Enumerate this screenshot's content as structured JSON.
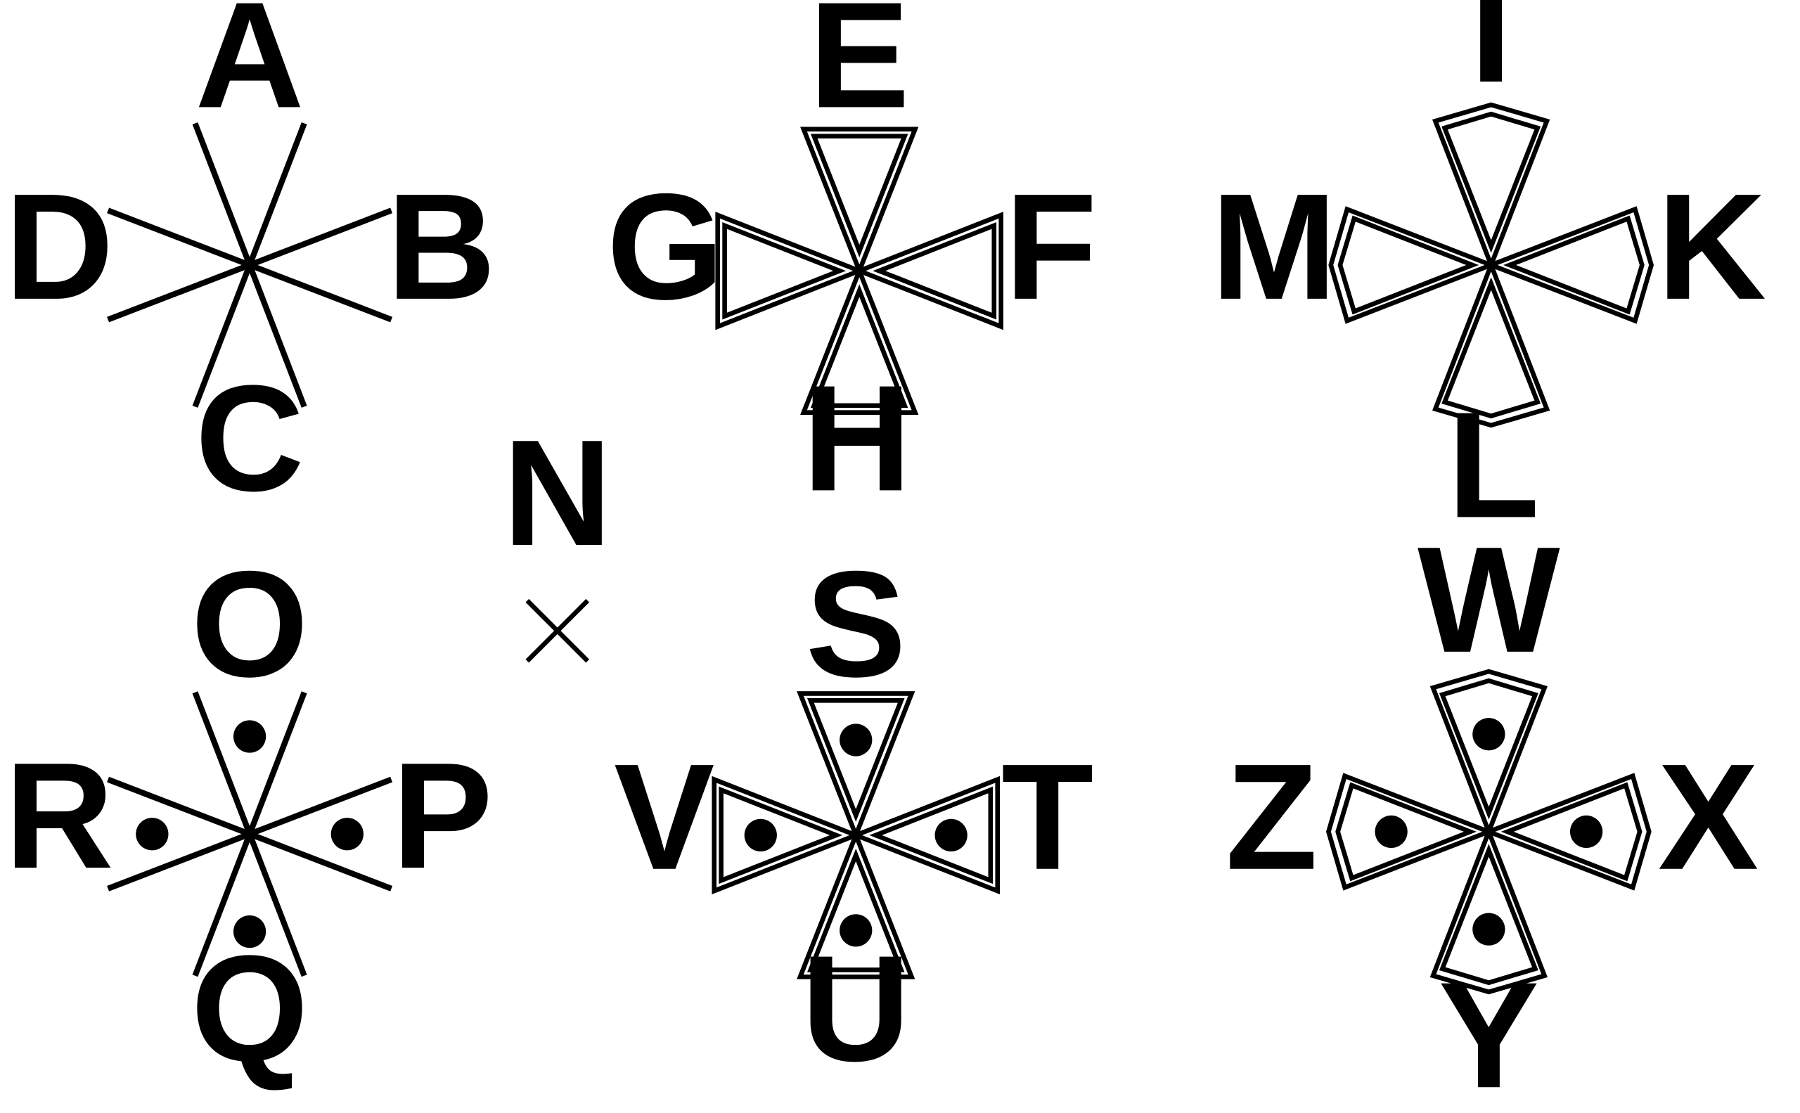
{
  "colors": {
    "ink": "#000000",
    "paper": "#ffffff"
  },
  "groups": [
    {
      "id": "lines-plain",
      "style": "lines",
      "dots": false,
      "letters": [
        "A",
        "B",
        "C",
        "D"
      ]
    },
    {
      "id": "triangles-plain",
      "style": "triangles",
      "dots": false,
      "letters": [
        "E",
        "F",
        "H",
        "G"
      ]
    },
    {
      "id": "pentagons-plain",
      "style": "pentagons",
      "dots": false,
      "letters": [
        "I",
        "K",
        "L",
        "M"
      ]
    },
    {
      "id": "x-mark",
      "style": "x",
      "dots": false,
      "letters": [
        "N"
      ]
    },
    {
      "id": "lines-dotted",
      "style": "lines",
      "dots": true,
      "letters": [
        "O",
        "P",
        "Q",
        "R"
      ]
    },
    {
      "id": "triangles-dotted",
      "style": "triangles",
      "dots": true,
      "letters": [
        "S",
        "T",
        "U",
        "V"
      ]
    },
    {
      "id": "pentagons-dotted",
      "style": "pentagons",
      "dots": true,
      "letters": [
        "W",
        "X",
        "Y",
        "Z"
      ]
    }
  ]
}
